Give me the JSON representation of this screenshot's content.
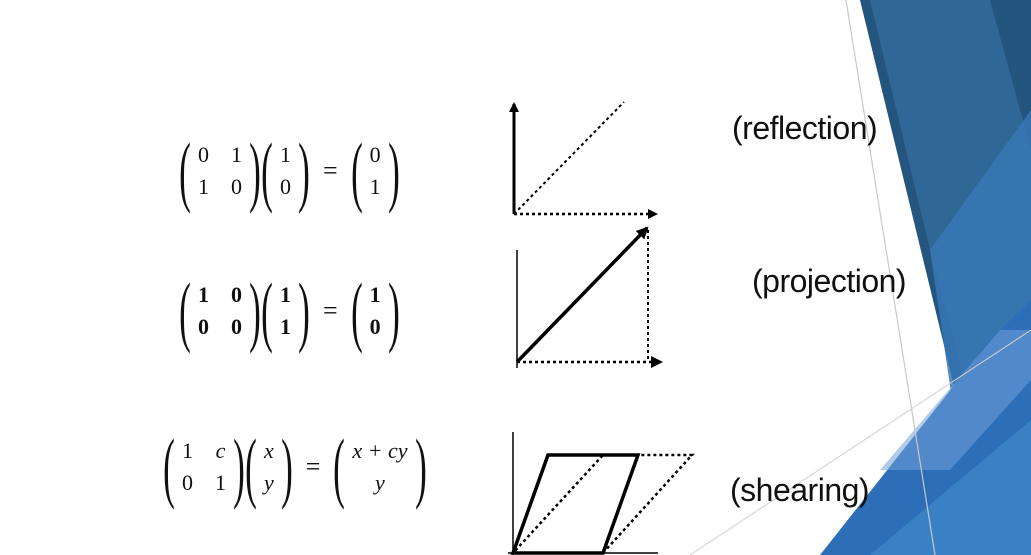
{
  "rows": [
    {
      "label": "(reflection)",
      "matrix": [
        [
          "0",
          "1"
        ],
        [
          "1",
          "0"
        ]
      ],
      "vector": [
        "1",
        "0"
      ],
      "result": [
        "0",
        "1"
      ],
      "italic": false
    },
    {
      "label": "(projection)",
      "matrix": [
        [
          "1",
          "0"
        ],
        [
          "0",
          "0"
        ]
      ],
      "vector": [
        "1",
        "1"
      ],
      "result": [
        "1",
        "0"
      ],
      "italic": false
    },
    {
      "label": "(shearing)",
      "matrix": [
        [
          "1",
          "c"
        ],
        [
          "0",
          "1"
        ]
      ],
      "vector": [
        "x",
        "y"
      ],
      "result": [
        "x + cy",
        "y"
      ],
      "italic": true
    }
  ],
  "equals": "=",
  "colors": {
    "background": "#ffffff",
    "stroke": "#000000",
    "accent_dark": "#1f4e79",
    "accent_mid": "#2e75b6",
    "accent_light": "#5b9bd5"
  }
}
